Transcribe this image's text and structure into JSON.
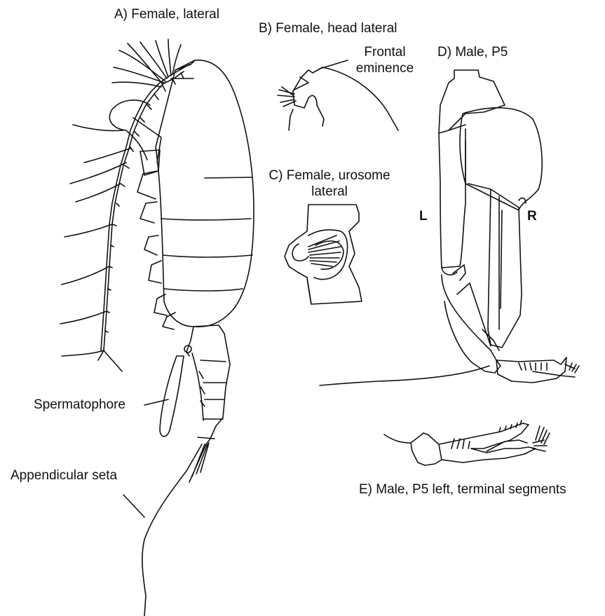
{
  "labels": {
    "panel_a": "A) Female, lateral",
    "panel_b": "B) Female, head lateral",
    "frontal_line1": "Frontal",
    "frontal_line2": "eminence",
    "panel_c_line1": "C) Female, urosome",
    "panel_c_line2": "lateral",
    "panel_d": "D) Male, P5",
    "left": "L",
    "right": "R",
    "spermatophore": "Spermatophore",
    "appendicular_seta": "Appendicular seta",
    "panel_e": "E) Male, P5 left, terminal segments"
  },
  "colors": {
    "ink": "#111111",
    "background": "#ffffff"
  }
}
